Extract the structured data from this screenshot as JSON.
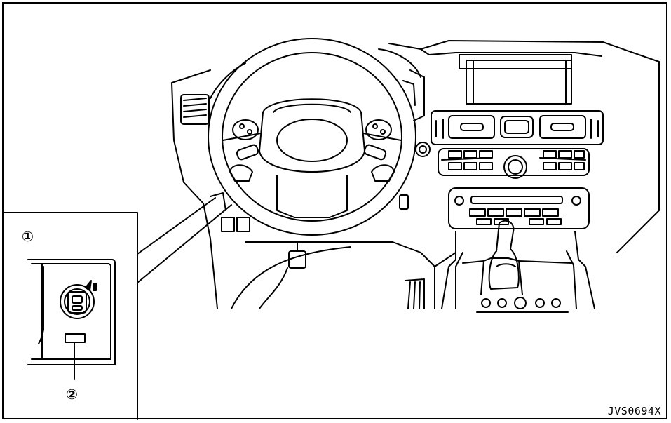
{
  "figure": {
    "code": "JVS0694X",
    "callouts": [
      "①",
      "②"
    ]
  },
  "colors": {
    "line": "#000000",
    "background": "#ffffff"
  },
  "icons": [
    "steering-wheel-icon",
    "display-switch-icon"
  ]
}
